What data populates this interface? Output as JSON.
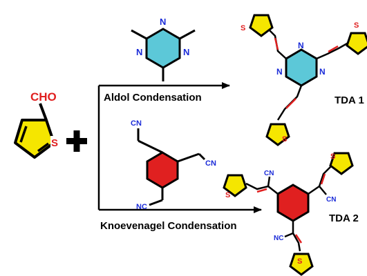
{
  "reactant": {
    "aldehyde_label": "CHO",
    "sulfur_label": "S",
    "plus_sign": "+"
  },
  "reagent_top": {
    "ring_atom_label": "N"
  },
  "reagent_bottom": {
    "cn_label_1": "CN",
    "cn_label_2": "CN",
    "nc_label": "NC"
  },
  "reactions": {
    "top_label": "Aldol Condensation",
    "bottom_label": "Knoevenagel Condensation"
  },
  "products": {
    "tda1_label": "TDA 1",
    "tda2_label": "TDA 2",
    "thiophene_s": "S",
    "triazine_n": "N",
    "cn": "CN",
    "nc": "NC"
  },
  "colors": {
    "thiophene_fill": "#f5e600",
    "triazine_fill": "#5cc8d8",
    "benzene_fill": "#e02020",
    "nitrogen_text": "#1a2bd8",
    "oxygen_text": "#e02020",
    "sulfur_text": "#e02020",
    "vinyl_bond": "#e02020",
    "bond": "#000000"
  }
}
